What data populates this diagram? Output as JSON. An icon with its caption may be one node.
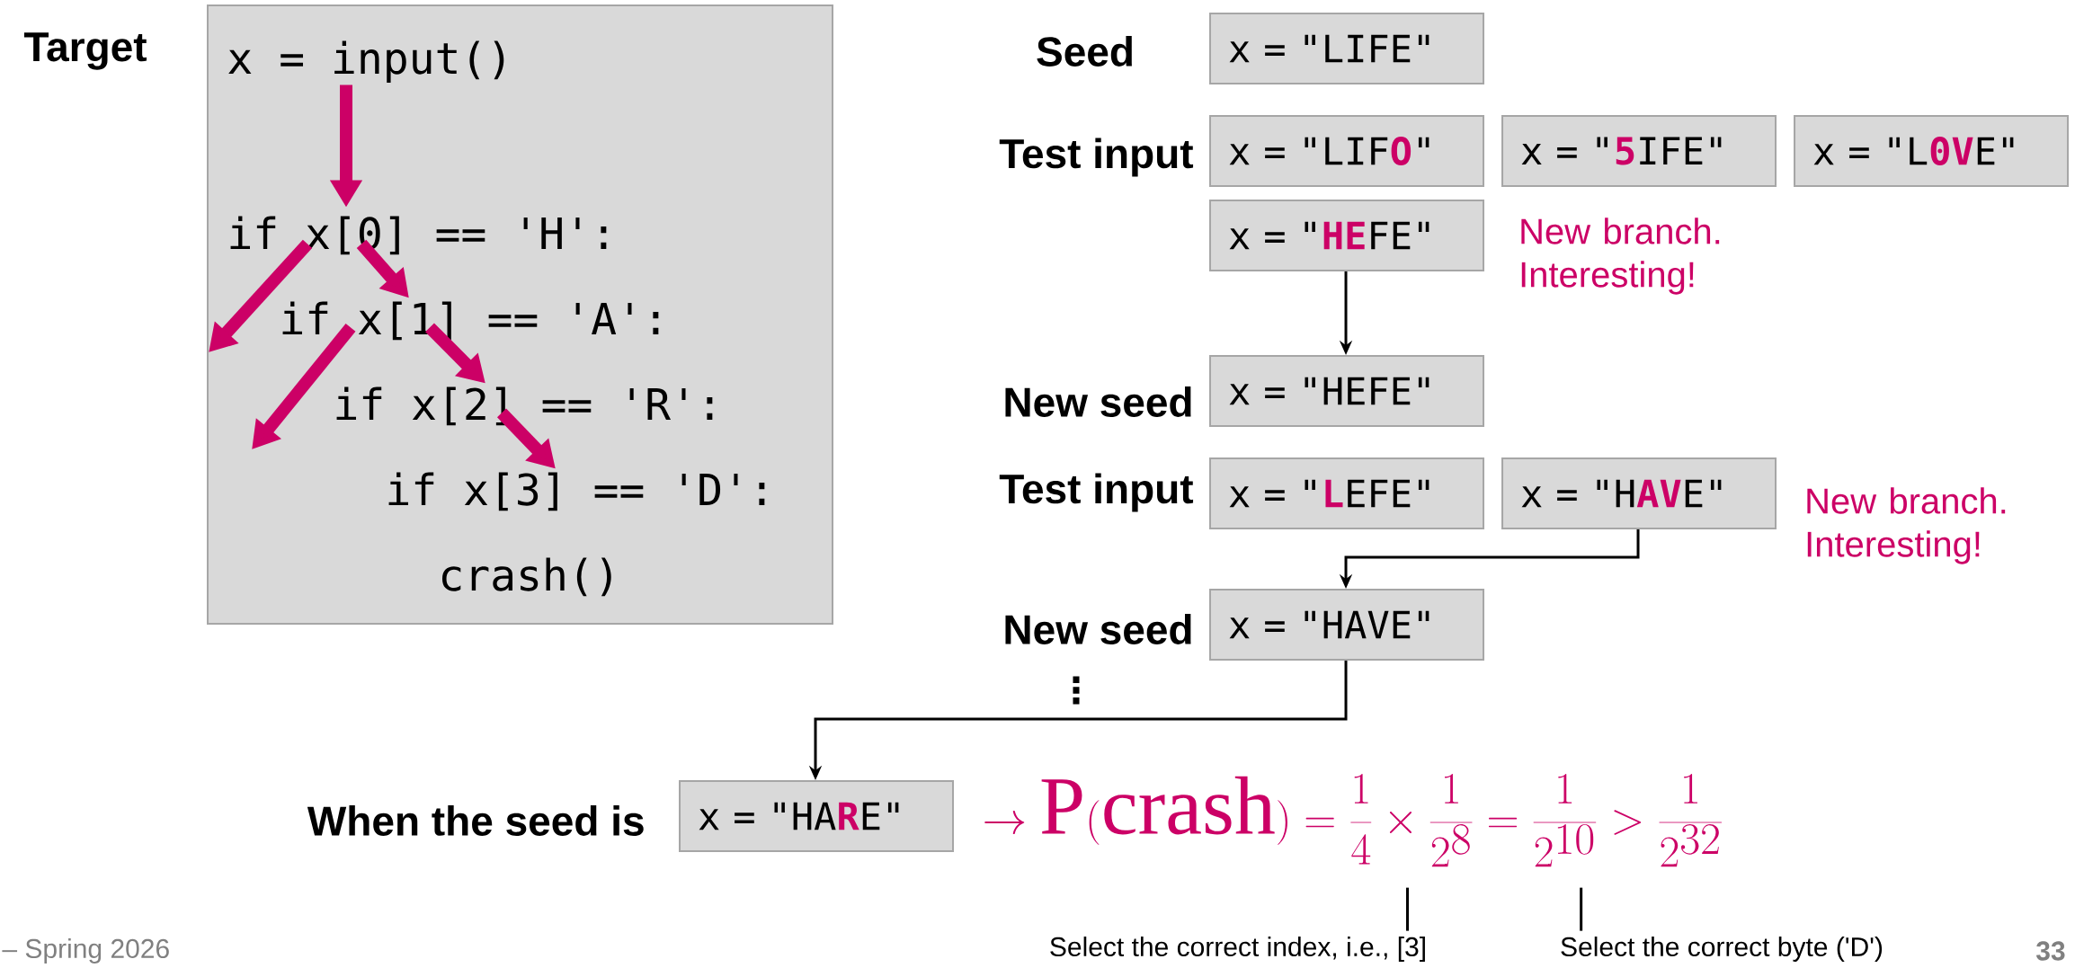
{
  "diagram": {
    "nodes": [
      {
        "text": [
          "Target"
        ]
      },
      {
        "text": [
          "x = input()"
        ],
        "in": 0
      },
      {
        "text": [
          "if x[0] == 'H':"
        ],
        "in": 0
      },
      {
        "text": [
          "if x[1] == 'A':"
        ],
        "in": 0
      },
      {
        "text": [
          "if x[2] == 'R':"
        ],
        "in": 0
      },
      {
        "text": [
          "if x[3] == 'D':"
        ],
        "in": 0
      },
      {
        "text": [
          "crash()"
        ],
        "in": 0
      },
      {
        "text": [
          "x = \"LIFE\""
        ]
      },
      {
        "text": [
          "x = \"LIF**O**\""
        ]
      },
      {
        "text": [
          "x = \"**5**IFE\""
        ]
      },
      {
        "text": [
          "x = \"L**0V**E\""
        ]
      },
      {
        "text": [
          "x = \"**HE**FE\""
        ],
        "beside": [
          "New branch. Interesting!"
        ]
      },
      {
        "text": [
          "x = \"HEFE\""
        ]
      },
      {
        "text": [
          "x = \"**L**EFE\""
        ]
      },
      {
        "text": [
          "x = \"H**AV**E\""
        ],
        "beside": [
          "New branch. Interesting!"
        ]
      },
      {
        "text": [
          "x = \"HAVE\""
        ]
      },
      {
        "text": [
          "x = \"HA**R**E\""
        ]
      },
      {
        "text": [
          "Select the correct index, i.e., [3]"
        ]
      },
      {
        "text": [
          "Select the correct byte ('D')"
        ]
      }
    ],
    "edges": [
      {
        "from": 1,
        "to": 2,
        "arrow": "to"
      },
      {
        "from": 2,
        "to": 3,
        "arrow": "to"
      },
      {
        "from": 2,
        "to": null,
        "arrow": "to"
      },
      {
        "from": 3,
        "to": 4,
        "arrow": "to"
      },
      {
        "from": 3,
        "to": null,
        "arrow": "to"
      },
      {
        "from": 4,
        "to": 5,
        "arrow": "to"
      },
      {
        "from": 11,
        "to": 12,
        "arrow": "to",
        "color": "#000000"
      },
      {
        "from": 14,
        "to": 15,
        "arrow": "to",
        "color": "#000000"
      },
      {
        "from": 15,
        "to": 16,
        "arrow": "to",
        "color": "#000000"
      },
      {
        "from": 17,
        "to": null,
        "arrow": "none",
        "color": "#000000"
      },
      {
        "from": 18,
        "to": null,
        "arrow": "none",
        "color": "#000000"
      }
    ],
    "labels": [
      "Seed",
      "Test input",
      "New seed",
      "Test input",
      "New seed",
      "⋮",
      "When the seed is",
      "\\rightarrow \\mathrm{P(crash)} = \\frac{1}{4} \\times \\frac{1}{2^{8}} = \\frac{1}{2^{10}} > \\frac{1}{2^{32}}",
      "– Spring 2026",
      "33"
    ]
  }
}
